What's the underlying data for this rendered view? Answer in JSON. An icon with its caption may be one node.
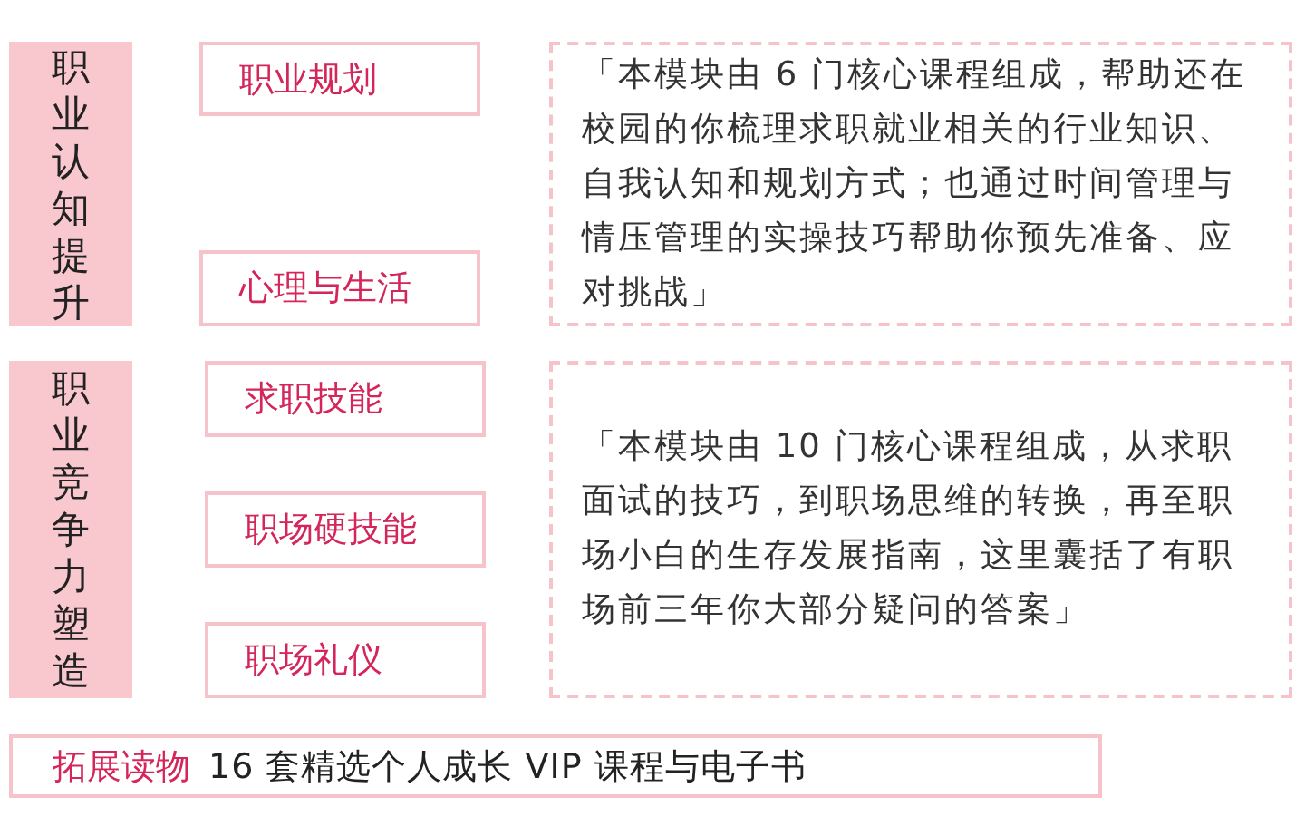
{
  "diagram": {
    "nodes": [
      {
        "text": [
          "职业认知提升"
        ]
      },
      {
        "text": [
          "职业规划"
        ]
      },
      {
        "text": [
          "心理与生活"
        ]
      },
      {
        "text": [
          "「本模块由 6 门核心课程组成，帮助还在校园的你梳理求职就业相关的行业知识、自我认知和规划方式；也通过时间管理与情压管理的实操技巧帮助你预先准备、应对挑战」"
        ]
      },
      {
        "text": [
          "职业竞争力塑造"
        ]
      },
      {
        "text": [
          "求职技能"
        ]
      },
      {
        "text": [
          "职场硬技能"
        ]
      },
      {
        "text": [
          "职场礼仪"
        ]
      },
      {
        "text": [
          "「本模块由 10 门核心课程组成，从求职面试的技巧，到职场思维的转换，再至职场小白的生存发展指南，这里囊括了有职场前三年你大部分疑问的答案」"
        ]
      },
      {
        "text": [
          "拓展读物",
          "16 套精选个人成长 VIP 课程与电子书"
        ]
      }
    ]
  }
}
